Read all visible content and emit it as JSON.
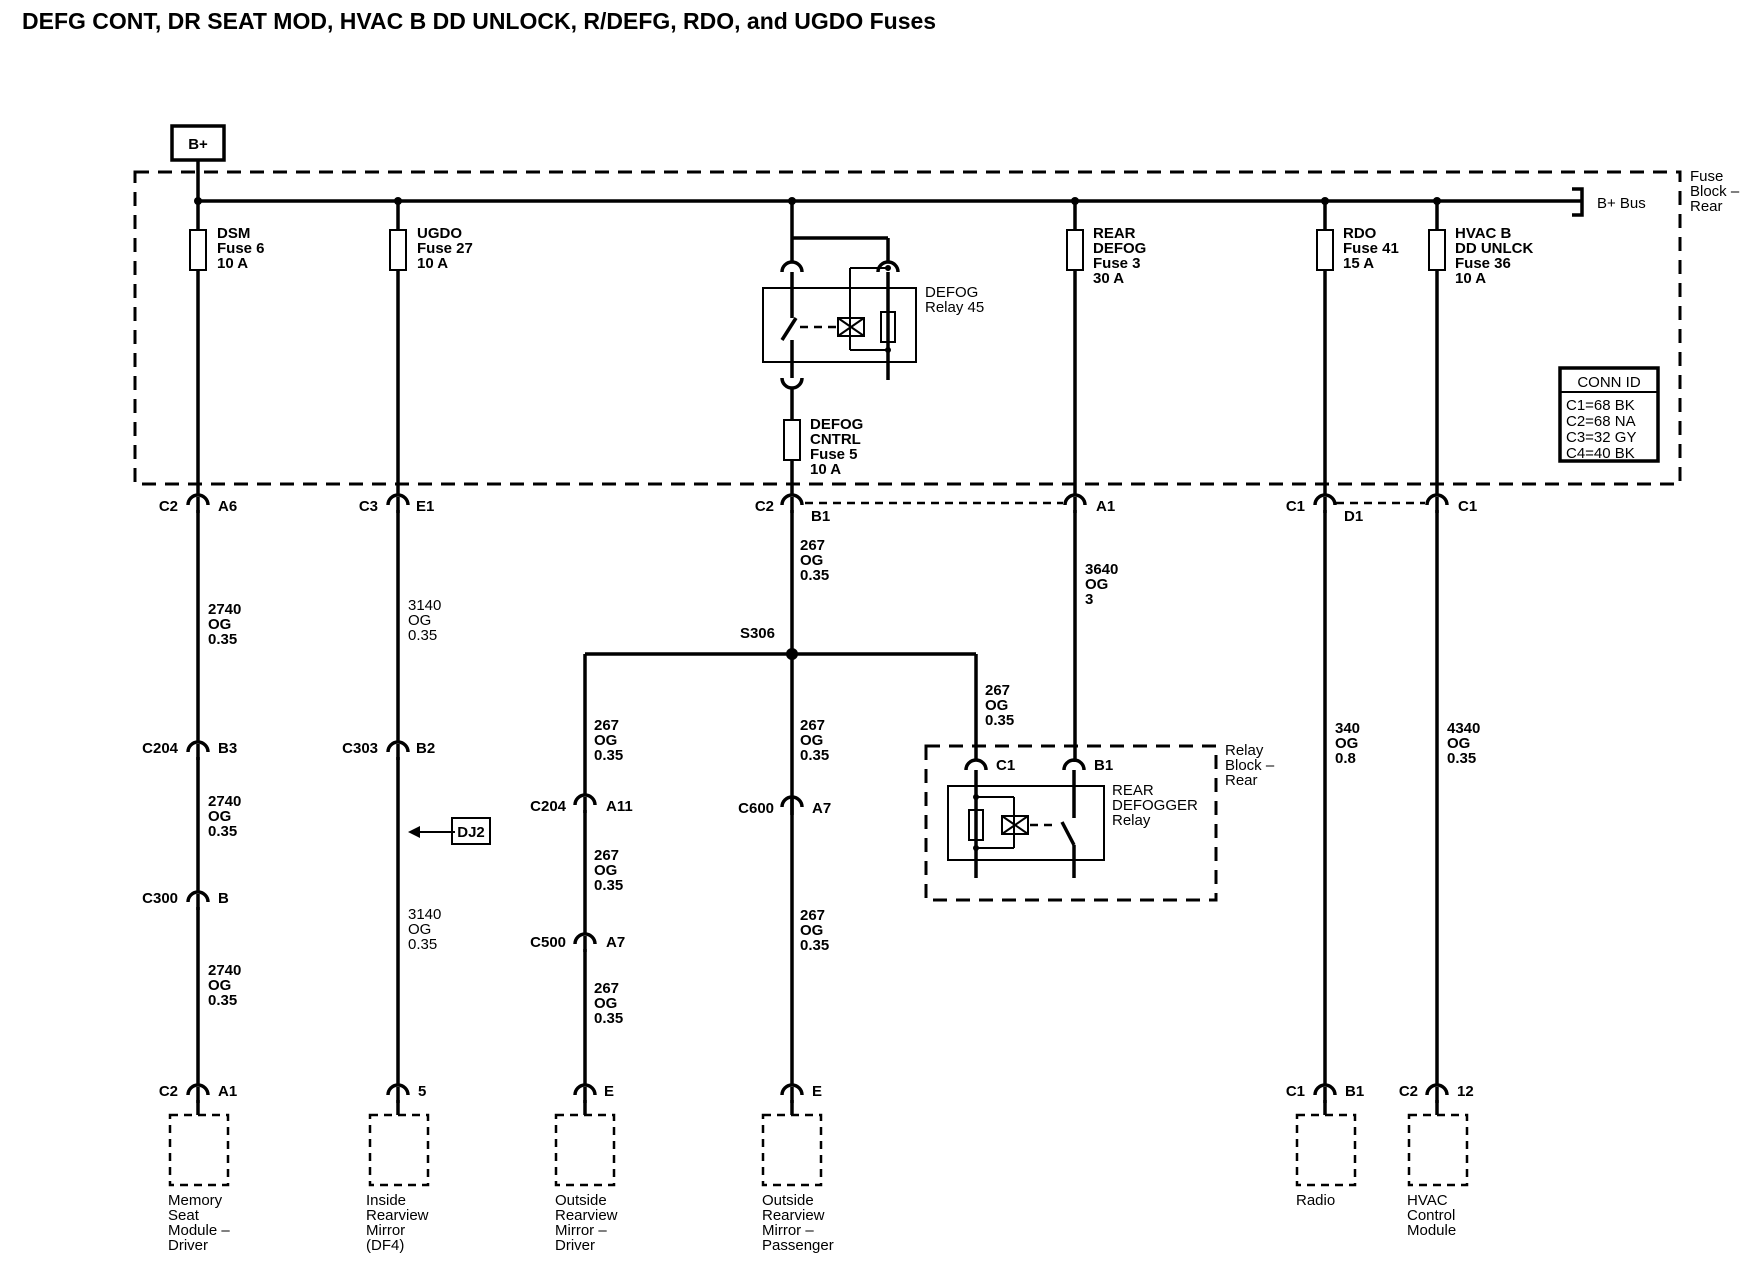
{
  "title": "DEFG CONT, DR SEAT MOD, HVAC B DD UNLOCK, R/DEFG, RDO, and UGDO Fuses",
  "power": {
    "source": "B+",
    "bus": "B+ Bus"
  },
  "fuse_block": {
    "label": [
      "Fuse",
      "Block –",
      "Rear"
    ]
  },
  "relay_block": {
    "label": [
      "Relay",
      "Block –",
      "Rear"
    ]
  },
  "conn_id": {
    "title": "CONN ID",
    "rows": [
      "C1=68 BK",
      "C2=68 NA",
      "C3=32 GY",
      "C4=40 BK"
    ]
  },
  "fuses": {
    "dsm": [
      "DSM",
      "Fuse 6",
      "10 A"
    ],
    "ugdo": [
      "UGDO",
      "Fuse 27",
      "10 A"
    ],
    "rear_defog": [
      "REAR",
      "DEFOG",
      "Fuse 3",
      "30 A"
    ],
    "rdo": [
      "RDO",
      "Fuse 41",
      "15 A"
    ],
    "hvac": [
      "HVAC B",
      "DD UNLCK",
      "Fuse 36",
      "10 A"
    ],
    "defog_cntrl": [
      "DEFOG",
      "CNTRL",
      "Fuse 5",
      "10 A"
    ]
  },
  "relays": {
    "defog": [
      "DEFOG",
      "Relay 45"
    ],
    "rear_defogger": [
      "REAR",
      "DEFOGGER",
      "Relay"
    ]
  },
  "splice": "S306",
  "offpage": "DJ2",
  "connectors": {
    "c2_a6": [
      "C2",
      "A6"
    ],
    "c3_e1": [
      "C3",
      "E1"
    ],
    "c2_b1": [
      "C2",
      "B1"
    ],
    "a1": [
      "A1"
    ],
    "c1_d1": [
      "C1",
      "D1"
    ],
    "c1_r": [
      "C1"
    ],
    "c204_b3": [
      "C204",
      "B3"
    ],
    "c303_b2": [
      "C303",
      "B2"
    ],
    "c300_b": [
      "C300",
      "B"
    ],
    "c204_a11": [
      "C204",
      "A11"
    ],
    "c500_a7": [
      "C500",
      "A7"
    ],
    "c600_a7": [
      "C600",
      "A7"
    ],
    "relay_c1": [
      "C1"
    ],
    "relay_b1": [
      "B1"
    ],
    "end_c2_a1": [
      "C2",
      "A1"
    ],
    "end_5": [
      "5"
    ],
    "end_e_driver": [
      "E"
    ],
    "end_e_pass": [
      "E"
    ],
    "end_c1_b1": [
      "C1",
      "B1"
    ],
    "end_c2_12": [
      "C2",
      "12"
    ]
  },
  "wires": {
    "w2740a": [
      "2740",
      "OG",
      "0.35"
    ],
    "w2740b": [
      "2740",
      "OG",
      "0.35"
    ],
    "w2740c": [
      "2740",
      "OG",
      "0.35"
    ],
    "w3140a": [
      "3140",
      "OG",
      "0.35"
    ],
    "w3140b": [
      "3140",
      "OG",
      "0.35"
    ],
    "w267_top": [
      "267",
      "OG",
      "0.35"
    ],
    "w267_left1": [
      "267",
      "OG",
      "0.35"
    ],
    "w267_left2": [
      "267",
      "OG",
      "0.35"
    ],
    "w267_left3": [
      "267",
      "OG",
      "0.35"
    ],
    "w267_mid1": [
      "267",
      "OG",
      "0.35"
    ],
    "w267_mid2": [
      "267",
      "OG",
      "0.35"
    ],
    "w267_right": [
      "267",
      "OG",
      "0.35"
    ],
    "w3640": [
      "3640",
      "OG",
      "3"
    ],
    "w340": [
      "340",
      "OG",
      "0.8"
    ],
    "w4340": [
      "4340",
      "OG",
      "0.35"
    ]
  },
  "components": {
    "memory_seat": [
      "Memory",
      "Seat",
      "Module –",
      "Driver"
    ],
    "inside_mirror": [
      "Inside",
      "Rearview",
      "Mirror",
      "(DF4)"
    ],
    "outside_mirror_driver": [
      "Outside",
      "Rearview",
      "Mirror –",
      "Driver"
    ],
    "outside_mirror_passenger": [
      "Outside",
      "Rearview",
      "Mirror –",
      "Passenger"
    ],
    "radio": [
      "Radio"
    ],
    "hvac_module": [
      "HVAC",
      "Control",
      "Module"
    ]
  }
}
